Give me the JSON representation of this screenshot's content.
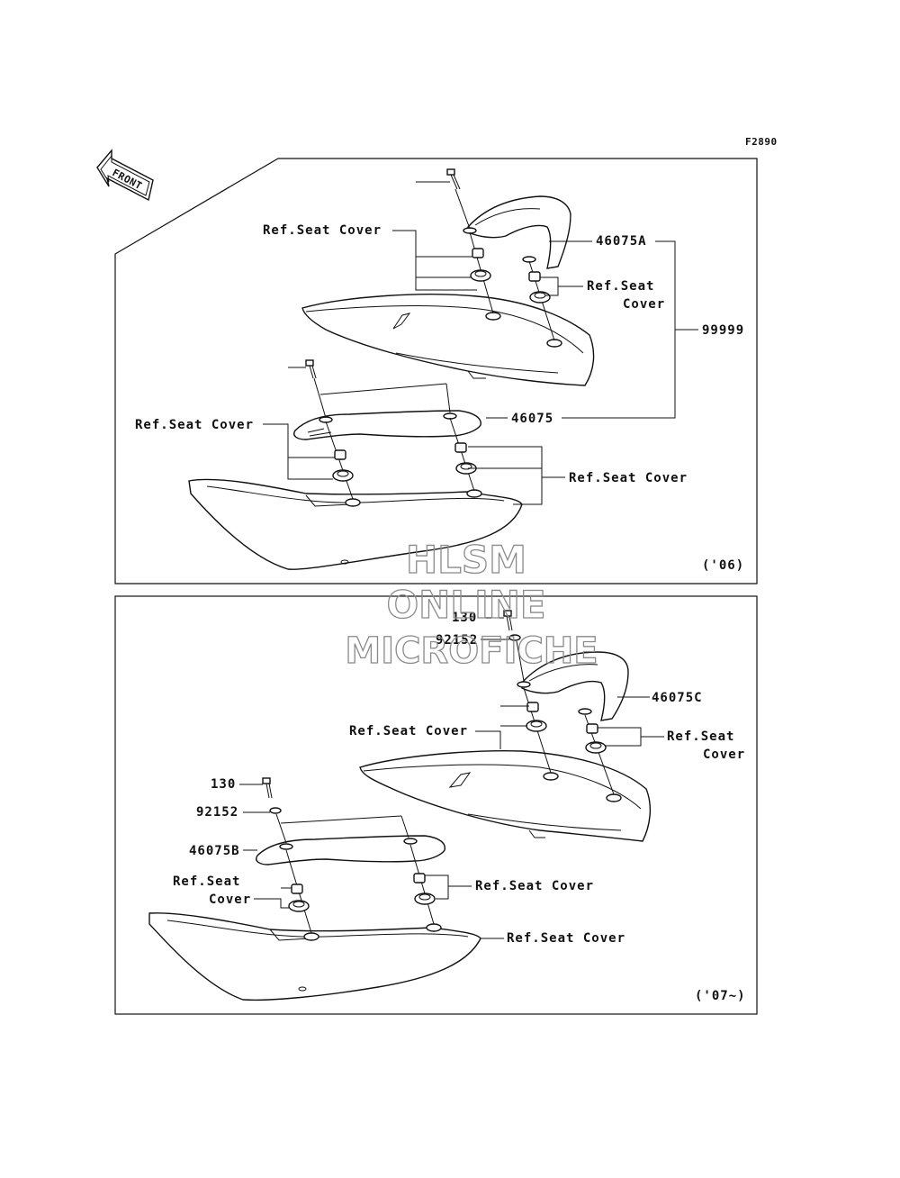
{
  "diagram_code": "F2890",
  "front_label": "FRONT",
  "panel_top": {
    "year": "('06)",
    "labels": {
      "ref_seat_cover_upper_left": "Ref.Seat Cover",
      "part_46075A": "46075A",
      "ref_seat_cover_right_1": "Ref.Seat",
      "ref_seat_cover_right_2": "Cover",
      "part_99999": "99999",
      "ref_seat_cover_lower_left": "Ref.Seat Cover",
      "part_46075": "46075",
      "ref_seat_cover_lower_right": "Ref.Seat Cover"
    }
  },
  "panel_bottom": {
    "year": "('07~)",
    "labels": {
      "bolt_130_upper": "130",
      "washer_92152_upper": "92152",
      "part_46075C": "46075C",
      "ref_seat_cover_upper_mid": "Ref.Seat Cover",
      "ref_seat_cover_right_1": "Ref.Seat",
      "ref_seat_cover_right_2": "Cover",
      "bolt_130_lower": "130",
      "washer_92152_lower": "92152",
      "part_46075B": "46075B",
      "ref_seat_cover_left_1": "Ref.Seat",
      "ref_seat_cover_left_2": "Cover",
      "ref_seat_cover_mid_right": "Ref.Seat Cover",
      "ref_seat_cover_bottom_right": "Ref.Seat Cover"
    }
  },
  "watermark": {
    "line1": "HLSM",
    "line2": "ONLINE",
    "line3": "MICROFICHE"
  }
}
